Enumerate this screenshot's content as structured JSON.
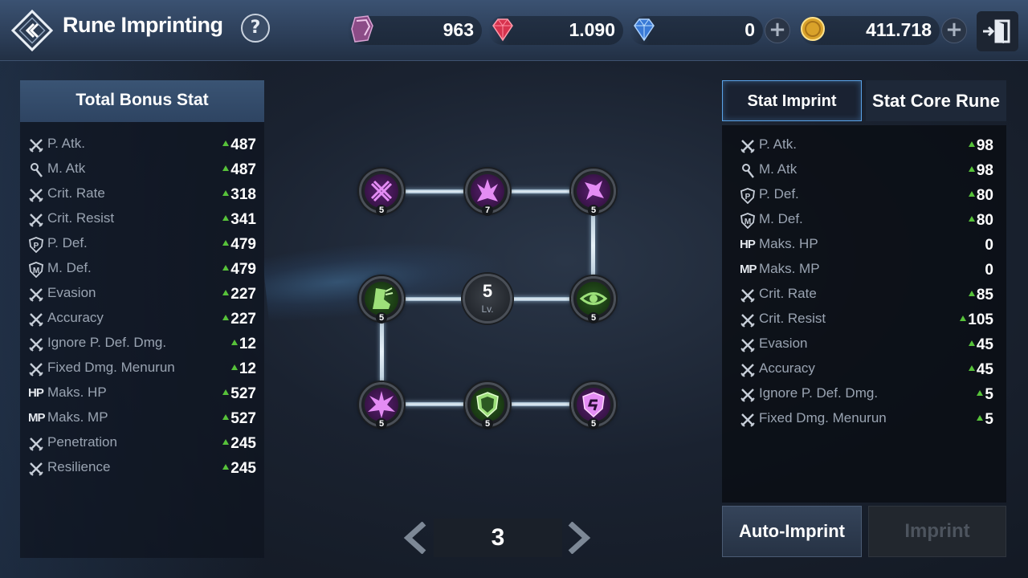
{
  "header": {
    "title": "Rune Imprinting",
    "help_label": "?"
  },
  "currencies": [
    {
      "name": "purple-stone",
      "value": "963",
      "color": "#c072b0"
    },
    {
      "name": "red-gem",
      "value": "1.090",
      "color": "#e0405a"
    },
    {
      "name": "blue-diamond",
      "value": "0",
      "color": "#4a8be0"
    },
    {
      "name": "gold-coin",
      "value": "411.718",
      "color": "#e8b431"
    }
  ],
  "plus_label": "+",
  "total_bonus": {
    "title": "Total Bonus Stat",
    "stats": [
      {
        "icon": "swords-icon",
        "name": "P. Atk.",
        "value": "487"
      },
      {
        "icon": "staff-icon",
        "name": "M. Atk",
        "value": "487"
      },
      {
        "icon": "swords-icon",
        "name": "Crit. Rate",
        "value": "318"
      },
      {
        "icon": "swords-icon",
        "name": "Crit. Resist",
        "value": "341"
      },
      {
        "icon": "p-shield-icon",
        "name": "P. Def.",
        "value": "479"
      },
      {
        "icon": "m-shield-icon",
        "name": "M. Def.",
        "value": "479"
      },
      {
        "icon": "swords-icon",
        "name": "Evasion",
        "value": "227"
      },
      {
        "icon": "swords-icon",
        "name": "Accuracy",
        "value": "227"
      },
      {
        "icon": "swords-icon",
        "name": "Ignore P. Def. Dmg.",
        "value": "12"
      },
      {
        "icon": "swords-icon",
        "name": "Fixed Dmg. Menurun",
        "value": "12"
      },
      {
        "icon": "hp-icon",
        "icon_text": "HP",
        "name": "Maks. HP",
        "value": "527"
      },
      {
        "icon": "mp-icon",
        "icon_text": "MP",
        "name": "Maks. MP",
        "value": "527"
      },
      {
        "icon": "swords-icon",
        "name": "Penetration",
        "value": "245"
      },
      {
        "icon": "swords-icon",
        "name": "Resilience",
        "value": "245"
      }
    ]
  },
  "tabs": {
    "active": "Stat Imprint",
    "inactive": "Stat Core Rune"
  },
  "imprint_stats": [
    {
      "icon": "swords-icon",
      "name": "P. Atk.",
      "value": "98",
      "up": true
    },
    {
      "icon": "staff-icon",
      "name": "M. Atk",
      "value": "98",
      "up": true
    },
    {
      "icon": "p-shield-icon",
      "name": "P. Def.",
      "value": "80",
      "up": true
    },
    {
      "icon": "m-shield-icon",
      "name": "M. Def.",
      "value": "80",
      "up": true
    },
    {
      "icon": "hp-icon",
      "icon_text": "HP",
      "name": "Maks. HP",
      "value": "0",
      "up": false
    },
    {
      "icon": "mp-icon",
      "icon_text": "MP",
      "name": "Maks. MP",
      "value": "0",
      "up": false
    },
    {
      "icon": "swords-icon",
      "name": "Crit. Rate",
      "value": "85",
      "up": true
    },
    {
      "icon": "swords-icon",
      "name": "Crit. Resist",
      "value": "105",
      "up": true
    },
    {
      "icon": "swords-icon",
      "name": "Evasion",
      "value": "45",
      "up": true
    },
    {
      "icon": "swords-icon",
      "name": "Accuracy",
      "value": "45",
      "up": true
    },
    {
      "icon": "swords-icon",
      "name": "Ignore P. Def. Dmg.",
      "value": "5",
      "up": true
    },
    {
      "icon": "swords-icon",
      "name": "Fixed Dmg. Menurun",
      "value": "5",
      "up": true
    }
  ],
  "buttons": {
    "auto_imprint": "Auto-Imprint",
    "imprint": "Imprint"
  },
  "rune_board": {
    "center_level": "5",
    "center_level_label": "Lv.",
    "nodes": [
      {
        "name": "rune-node-crossed-claws",
        "level": "5",
        "color": "#c34ce0"
      },
      {
        "name": "rune-node-crystal-burst",
        "level": "7",
        "color": "#c34ce0"
      },
      {
        "name": "rune-node-shattered-star",
        "level": "5",
        "color": "#c34ce0"
      },
      {
        "name": "rune-node-winged-boot",
        "level": "5",
        "color": "#58b83c"
      },
      {
        "name": "rune-node-evil-eye",
        "level": "5",
        "color": "#58b83c"
      },
      {
        "name": "rune-node-spiked-burst",
        "level": "5",
        "color": "#c34ce0"
      },
      {
        "name": "rune-node-green-shield",
        "level": "5",
        "color": "#58b83c"
      },
      {
        "name": "rune-node-purple-shield",
        "level": "5",
        "color": "#c34ce0"
      }
    ]
  },
  "pager": {
    "page": "3"
  }
}
